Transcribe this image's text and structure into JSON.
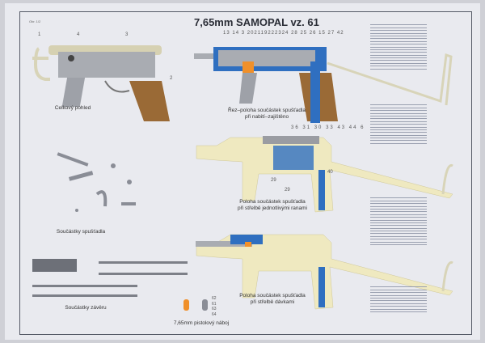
{
  "poster": {
    "title": "7,65mm SAMOPAL vz. 61",
    "ref_label": "Obr. 1/2",
    "captions": {
      "overall_view": "Celkový pohled",
      "section_loaded": "Řez–poloha součástek spušťadla",
      "section_loaded_2": "při nabití–zajištěno",
      "single_fire": "Poloha součástek spušťadla",
      "single_fire_2": "při střelbě jednotlivými ranami",
      "burst_fire": "Poloha součástek spušťadla",
      "burst_fire_2": "při střelbě  dávkami",
      "trigger_parts": "Součástky spušťadla",
      "bolt_parts": "Součástky závěru",
      "cartridge": "7,65mm pistolový náboj"
    },
    "callouts_top": [
      "13",
      "14",
      "3",
      "20",
      "21",
      "19",
      "22",
      "23",
      "24",
      "28",
      "25",
      "26",
      "15",
      "27",
      "42"
    ],
    "callouts_single": [
      "36",
      "31",
      "30",
      "33",
      "43",
      "44",
      "6",
      "40",
      "29",
      "29"
    ],
    "callouts_cartridge": [
      "62",
      "61",
      "63",
      "64"
    ],
    "colors": {
      "blue": "#2f6fc0",
      "tan": "#efe9c0",
      "steel": "#9a9ca2",
      "wood": "#9a6a36",
      "orange": "#f0902a"
    }
  }
}
